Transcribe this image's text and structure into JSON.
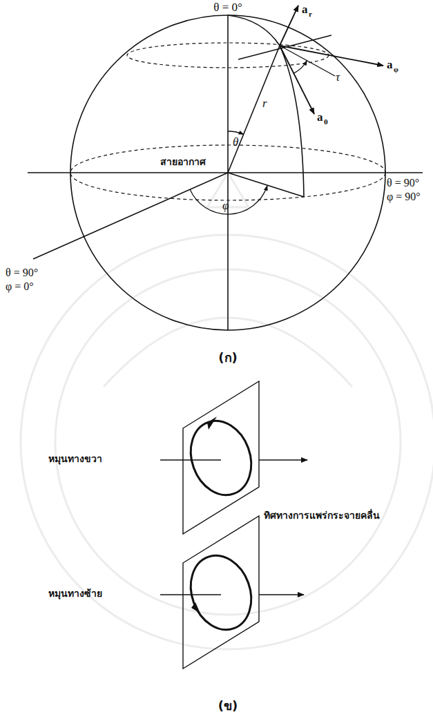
{
  "diagram": {
    "labels": [
      "θ = 0°",
      "a",
      "r",
      "a",
      "φ",
      "τ",
      "r",
      "θ",
      "a",
      "θ",
      "สายอากาศ",
      "θ = 90°",
      "φ = 90°",
      "φ",
      "θ = 90°",
      "φ = 0°",
      "(ก)",
      "หมุนทางขวา",
      "ทิศทางการแพร่กระจายคลื่น",
      "หมุนทางซ้าย",
      "(ข)"
    ]
  }
}
